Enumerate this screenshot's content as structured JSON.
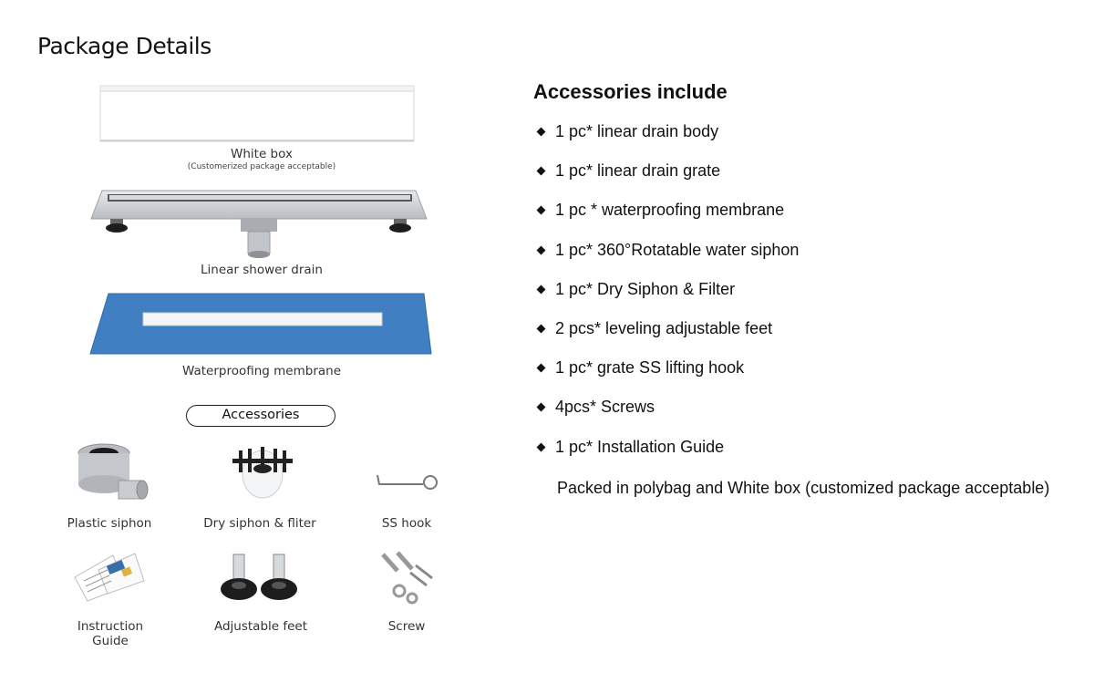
{
  "page_title": "Package Details",
  "left": {
    "white_box_label": "White box",
    "white_box_sub": "(Customerized package acceptable)",
    "drain_label": "Linear shower drain",
    "membrane_label": "Waterproofing membrane",
    "accessories_pill": "Accessories",
    "grid": [
      {
        "label": "Plastic siphon"
      },
      {
        "label": "Dry siphon & fliter"
      },
      {
        "label": "SS hook"
      },
      {
        "label": "Instruction\nGuide"
      },
      {
        "label": "Adjustable feet"
      },
      {
        "label": "Screw"
      }
    ]
  },
  "right": {
    "title": "Accessories include",
    "items": [
      "1 pc* linear drain body",
      "1 pc* linear drain grate",
      "1 pc * waterproofing membrane",
      "1 pc* 360°Rotatable water siphon",
      "1 pc* Dry Siphon & Filter",
      "2 pcs* leveling adjustable feet",
      "1 pc* grate SS lifting hook",
      "4pcs* Screws",
      "1 pc* Installation Guide"
    ],
    "packed_note": "Packed in polybag and White box (customized package acceptable)"
  },
  "colors": {
    "membrane_blue": "#3f7fc2",
    "steel": "#c9ccd0",
    "text": "#111111"
  }
}
